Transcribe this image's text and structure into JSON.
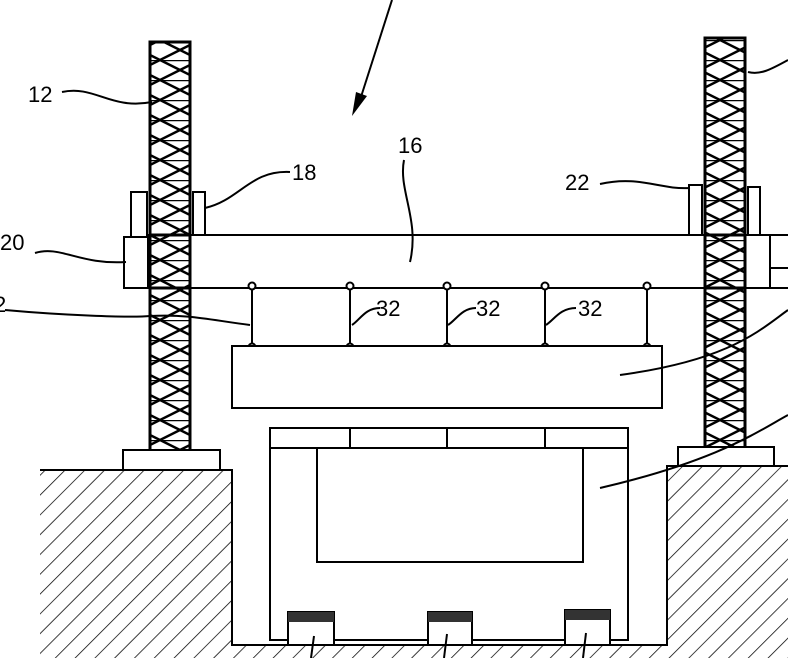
{
  "labels": {
    "assembly": "12",
    "post_left": "18",
    "beam": "16",
    "post_right": "22",
    "end_block": "20",
    "hanger_group": "2",
    "hanger_a": "32",
    "hanger_b": "32",
    "hanger_c": "32"
  }
}
